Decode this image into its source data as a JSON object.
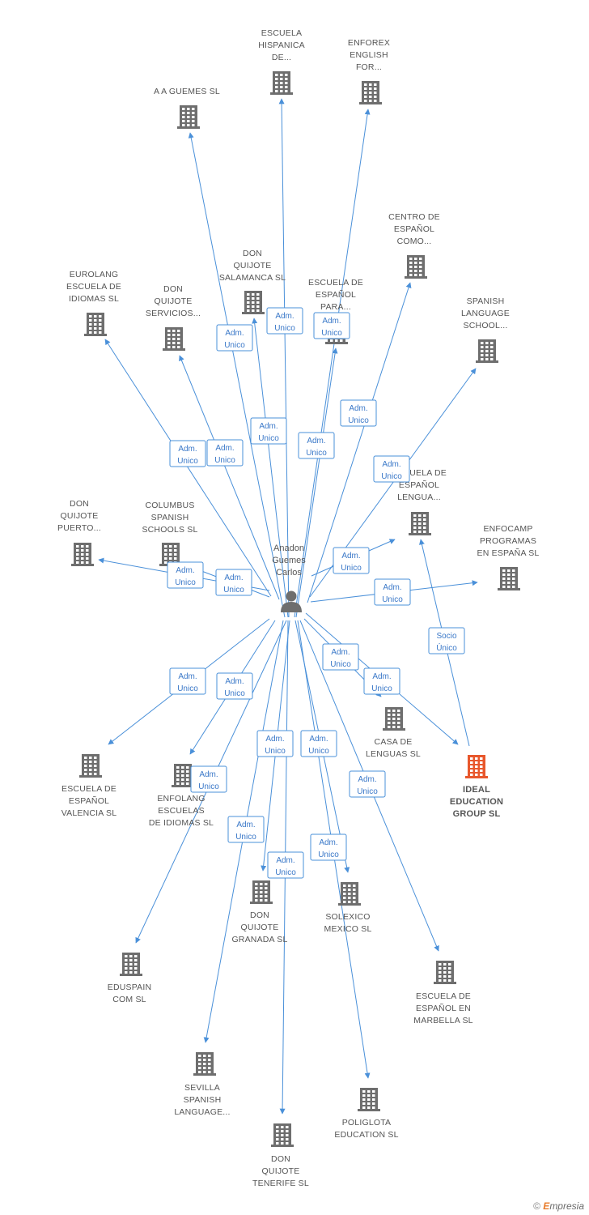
{
  "colors": {
    "edge": "#4a90d9",
    "building": "#6e6e6e",
    "highlight": "#e8572c",
    "person": "#6e6e6e"
  },
  "center": {
    "label": [
      "Anadon",
      "Guemes",
      "Carlos"
    ],
    "icon": "person-icon"
  },
  "nodes": [
    {
      "id": "escuela-hispanica",
      "label": [
        "ESCUELA",
        "HISPANICA",
        "DE..."
      ]
    },
    {
      "id": "enforex",
      "label": [
        "ENFOREX",
        "ENGLISH",
        "FOR..."
      ]
    },
    {
      "id": "a-a-guemes",
      "label": [
        "A A GUEMES SL"
      ]
    },
    {
      "id": "centro-de-espanol",
      "label": [
        "CENTRO DE",
        "ESPAÑOL",
        "COMO..."
      ]
    },
    {
      "id": "don-quijote-salamanca",
      "label": [
        "DON",
        "QUIJOTE",
        "SALAMANCA SL"
      ]
    },
    {
      "id": "eurolang",
      "label": [
        "EUROLANG",
        "ESCUELA DE",
        "IDIOMAS SL"
      ]
    },
    {
      "id": "escuela-de-espanol-para",
      "label": [
        "ESCUELA DE",
        "ESPAÑOL",
        "PARA..."
      ]
    },
    {
      "id": "don-quijote-servicios",
      "label": [
        "DON",
        "QUIJOTE",
        "SERVICIOS..."
      ]
    },
    {
      "id": "spanish-language-school",
      "label": [
        "SPANISH",
        "LANGUAGE",
        "SCHOOL..."
      ]
    },
    {
      "id": "escuela-espanol-lengua",
      "label": [
        "ESCUELA DE",
        "ESPAÑOL",
        "LENGUA..."
      ]
    },
    {
      "id": "don-quijote-puerto",
      "label": [
        "DON",
        "QUIJOTE",
        "PUERTO..."
      ]
    },
    {
      "id": "columbus",
      "label": [
        "COLUMBUS",
        "SPANISH",
        "SCHOOLS  SL"
      ]
    },
    {
      "id": "enfocamp",
      "label": [
        "ENFOCAMP",
        "PROGRAMAS",
        "EN ESPAÑA SL"
      ]
    },
    {
      "id": "casa-de-lenguas",
      "label": [
        "CASA DE",
        "LENGUAS SL"
      ]
    },
    {
      "id": "ideal-education",
      "label": [
        "IDEAL",
        "EDUCATION",
        "GROUP SL"
      ]
    },
    {
      "id": "escuela-valencia",
      "label": [
        "ESCUELA DE",
        "ESPAÑOL",
        "VALENCIA SL"
      ]
    },
    {
      "id": "enfolang",
      "label": [
        "ENFOLANG",
        "ESCUELAS",
        "DE IDIOMAS SL"
      ]
    },
    {
      "id": "don-quijote-granada",
      "label": [
        "DON",
        "QUIJOTE",
        "GRANADA SL"
      ]
    },
    {
      "id": "solexico",
      "label": [
        "SOLEXICO",
        "MEXICO  SL"
      ]
    },
    {
      "id": "eduspain",
      "label": [
        "EDUSPAIN",
        "COM SL"
      ]
    },
    {
      "id": "escuela-marbella",
      "label": [
        "ESCUELA DE",
        "ESPAÑOL EN",
        "MARBELLA SL"
      ]
    },
    {
      "id": "sevilla-spanish",
      "label": [
        "SEVILLA",
        "SPANISH",
        "LANGUAGE..."
      ]
    },
    {
      "id": "poliglota",
      "label": [
        "POLIGLOTA",
        "EDUCATION  SL"
      ]
    },
    {
      "id": "don-quijote-tenerife",
      "label": [
        "DON",
        "QUIJOTE",
        "TENERIFE SL"
      ]
    }
  ],
  "edges": [
    {
      "from": "center",
      "to": "escuela-hispanica",
      "label": [
        "Adm.",
        "Unico"
      ]
    },
    {
      "from": "center",
      "to": "enforex",
      "label": [
        "Adm.",
        "Unico"
      ]
    },
    {
      "from": "center",
      "to": "a-a-guemes",
      "label": [
        "Adm.",
        "Unico"
      ]
    },
    {
      "from": "center",
      "to": "centro-de-espanol",
      "label": [
        "Adm.",
        "Unico"
      ]
    },
    {
      "from": "center",
      "to": "don-quijote-salamanca",
      "label": [
        "Adm.",
        "Unico"
      ]
    },
    {
      "from": "center",
      "to": "eurolang",
      "label": [
        "Adm.",
        "Unico"
      ]
    },
    {
      "from": "center",
      "to": "escuela-de-espanol-para",
      "label": [
        "Adm.",
        "Unico"
      ]
    },
    {
      "from": "center",
      "to": "don-quijote-servicios",
      "label": [
        "Adm.",
        "Unico"
      ]
    },
    {
      "from": "center",
      "to": "spanish-language-school",
      "label": [
        "Adm.",
        "Unico"
      ]
    },
    {
      "from": "center",
      "to": "escuela-espanol-lengua",
      "label": [
        "Adm.",
        "Unico"
      ]
    },
    {
      "from": "center",
      "to": "don-quijote-puerto",
      "label": [
        "Adm.",
        "Unico"
      ]
    },
    {
      "from": "center",
      "to": "columbus",
      "label": [
        "Adm.",
        "Unico"
      ]
    },
    {
      "from": "center",
      "to": "enfocamp",
      "label": [
        "Adm.",
        "Unico"
      ]
    },
    {
      "from": "center",
      "to": "casa-de-lenguas",
      "label": [
        "Adm.",
        "Unico"
      ]
    },
    {
      "from": "center",
      "to": "ideal-education",
      "label": [
        "Adm.",
        "Unico"
      ]
    },
    {
      "from": "ideal-education",
      "to": "escuela-espanol-lengua",
      "label": [
        "Socio",
        "Único"
      ]
    },
    {
      "from": "center",
      "to": "escuela-valencia",
      "label": [
        "Adm.",
        "Unico"
      ]
    },
    {
      "from": "center",
      "to": "enfolang",
      "label": [
        "Adm.",
        "Unico"
      ]
    },
    {
      "from": "center",
      "to": "eduspain",
      "label": [
        "Adm.",
        "Unico"
      ]
    },
    {
      "from": "center",
      "to": "don-quijote-granada",
      "label": [
        "Adm.",
        "Unico"
      ]
    },
    {
      "from": "center",
      "to": "solexico",
      "label": [
        "Adm.",
        "Unico"
      ]
    },
    {
      "from": "center",
      "to": "escuela-marbella",
      "label": [
        "Adm.",
        "Unico"
      ]
    },
    {
      "from": "center",
      "to": "sevilla-spanish",
      "label": [
        "Adm.",
        "Unico"
      ]
    },
    {
      "from": "center",
      "to": "poliglota",
      "label": [
        "Adm.",
        "Unico"
      ]
    },
    {
      "from": "center",
      "to": "don-quijote-tenerife",
      "label": [
        "Adm.",
        "Unico"
      ]
    }
  ],
  "highlight_node": "ideal-education",
  "footer": {
    "copyright": "©",
    "brand_initial": "E",
    "brand_rest": "mpresia"
  }
}
